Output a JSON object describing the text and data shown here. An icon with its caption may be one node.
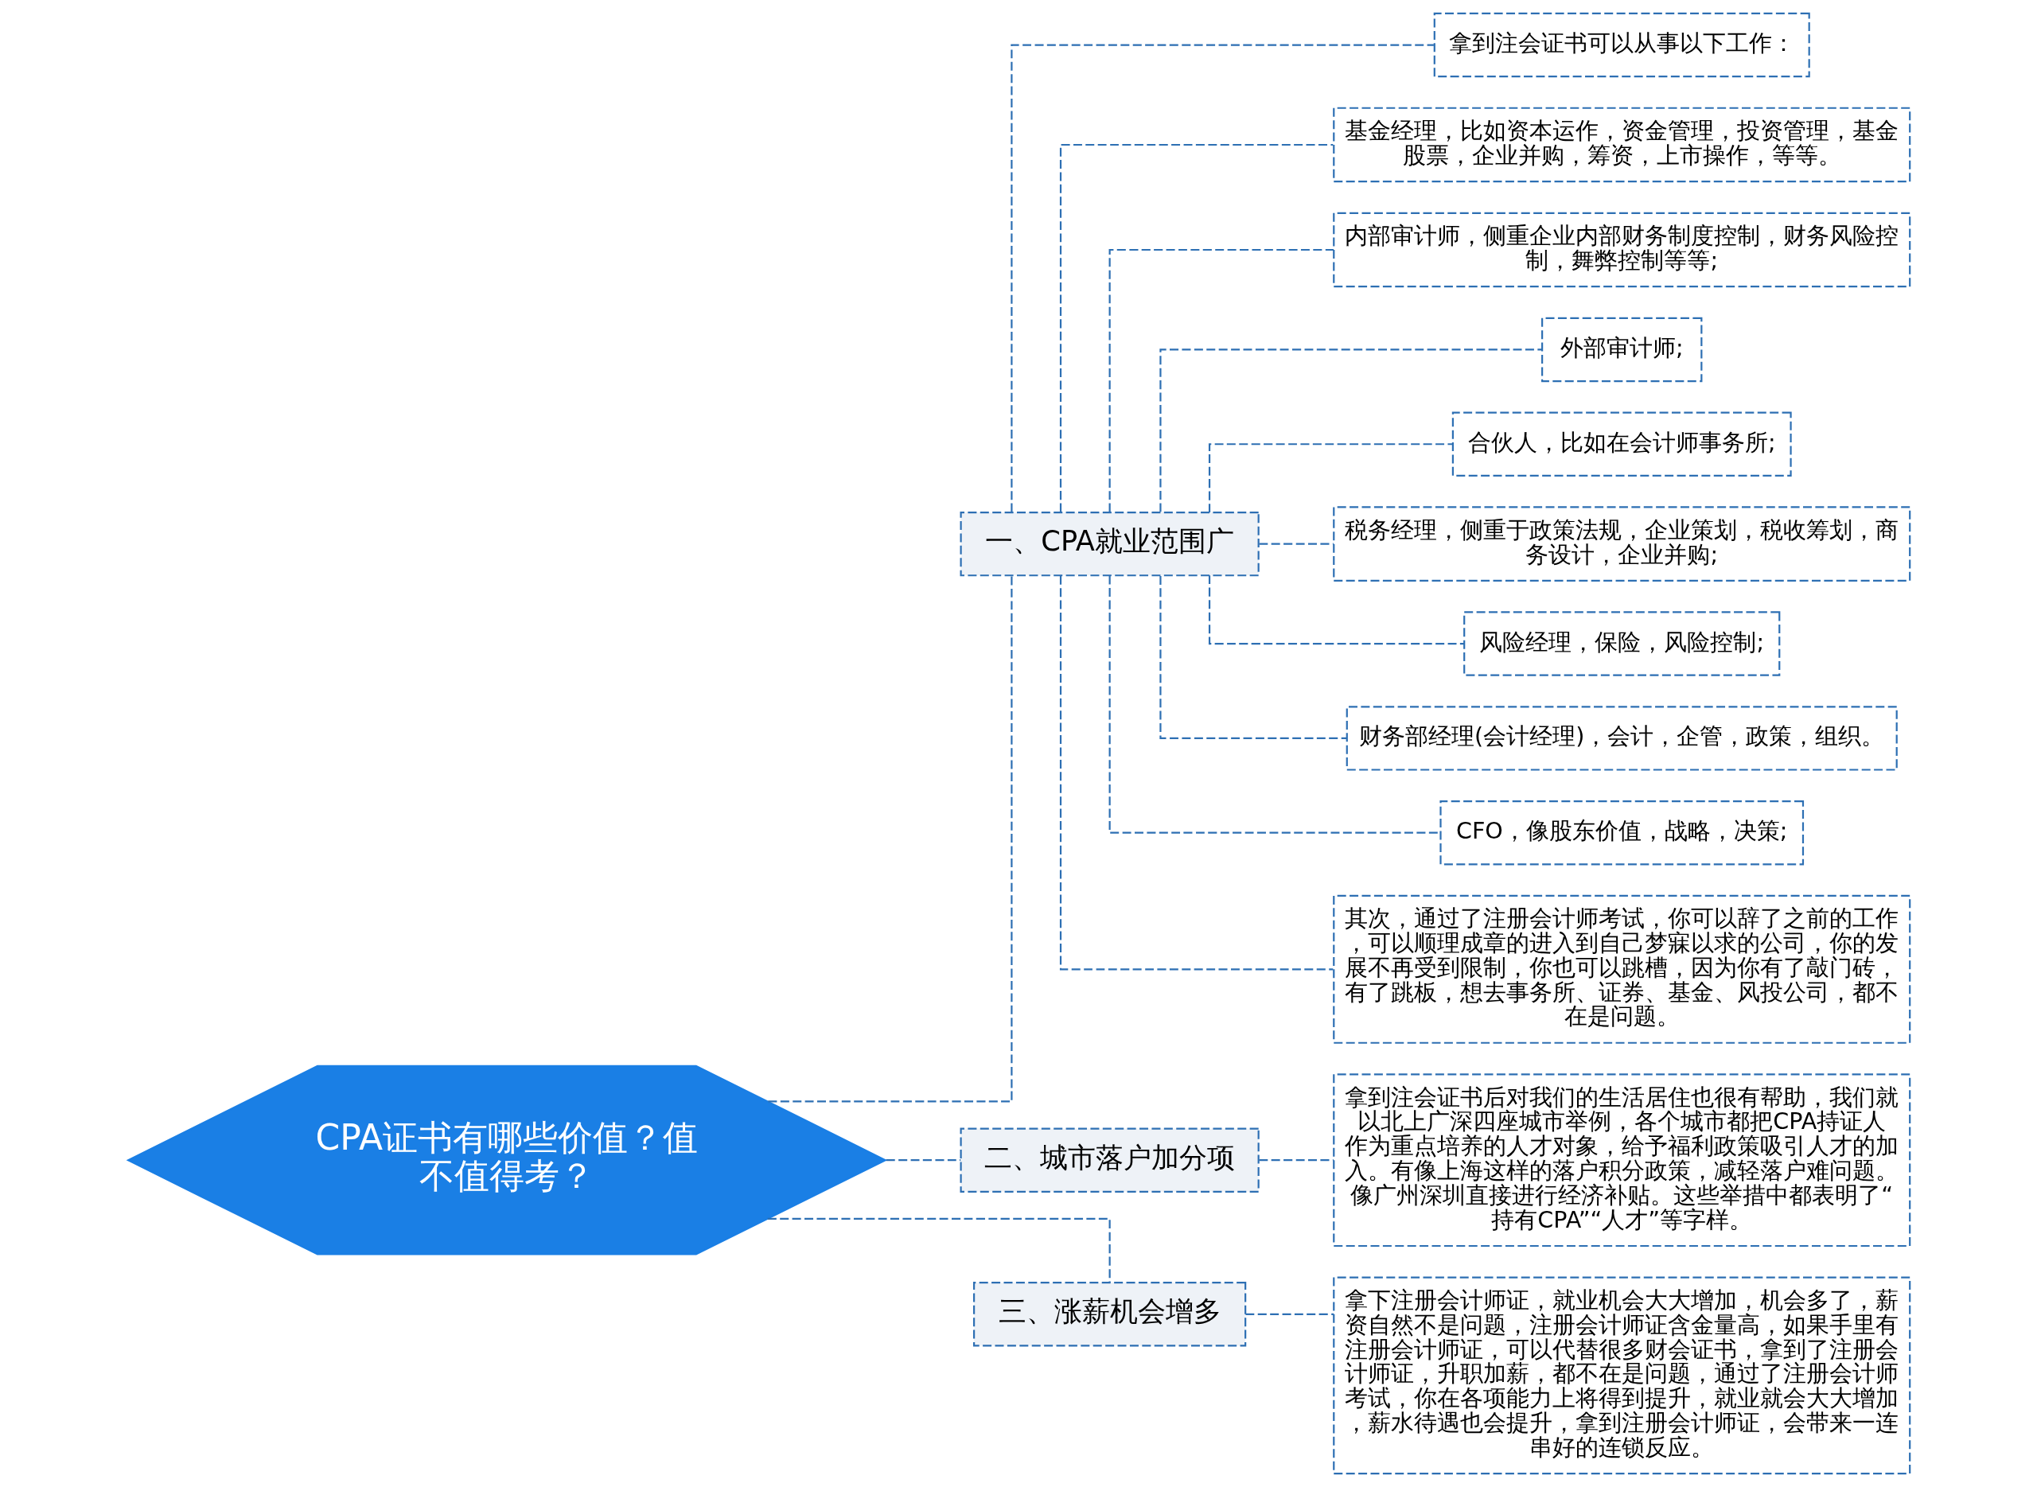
{
  "diagram": {
    "nodes": [
      {
        "text": [
          "CPA证书有哪些价值？值不值得考？"
        ]
      },
      {
        "text": [
          "一、CPA就业范围广"
        ]
      },
      {
        "text": [
          "拿到注会证书可以从事以下工作："
        ]
      },
      {
        "text": [
          "基金经理，比如资本运作，资金管理，投资管理，基金股票，企业并购，筹资，上市操作，等等。"
        ]
      },
      {
        "text": [
          "内部审计师，侧重企业内部财务制度控制，财务风险控制，舞弊控制等等;"
        ]
      },
      {
        "text": [
          "外部审计师;"
        ]
      },
      {
        "text": [
          "合伙人，比如在会计师事务所;"
        ]
      },
      {
        "text": [
          "税务经理，侧重于政策法规，企业策划，税收筹划，商务设计，企业并购;"
        ]
      },
      {
        "text": [
          "风险经理，保险，风险控制;"
        ]
      },
      {
        "text": [
          "财务部经理(会计经理)，会计，企管，政策，组织。"
        ]
      },
      {
        "text": [
          "CFO，像股东价值，战略，决策;"
        ]
      },
      {
        "text": [
          "其次，通过了注册会计师考试，你可以辞了之前的工作，可以顺理成章的进入到自己梦寐以求的公司，你的发展不再受到限制，你也可以跳槽，因为你有了敲门砖，有了跳板，想去事务所、证券、基金、风投公司，都不在是问题。"
        ]
      },
      {
        "text": [
          "二、城市落户加分项"
        ]
      },
      {
        "text": [
          "拿到注会证书后对我们的生活居住也很有帮助，我们就以北上广深四座城市举例，各个城市都把CPA持证人作为重点培养的人才对象，给予福利政策吸引人才的加入。有像上海这样的落户积分政策，减轻落户难问题。像广州深圳直接进行经济补贴。这些举措中都表明了“持有CPA”“人才”等字样。"
        ]
      },
      {
        "text": [
          "三、涨薪机会增多"
        ]
      },
      {
        "text": [
          "拿下注册会计师证，就业机会大大增加，机会多了，薪资自然不是问题，注册会计师证含金量高，如果手里有注册会计师证，可以代替很多财会证书，拿到了注册会计师证，升职加薪，都不在是问题，通过了注册会计师考试，你在各项能力上将得到提升，就业就会大大增加，薪水待遇也会提升，拿到注册会计师证，会带来一连串好的连锁反应。"
        ]
      }
    ],
    "edges": [
      {
        "from": 0,
        "to": 1,
        "arrow": "none",
        "style": "dashed"
      },
      {
        "from": 1,
        "to": 2,
        "arrow": "none",
        "style": "dashed"
      },
      {
        "from": 1,
        "to": 3,
        "arrow": "none",
        "style": "dashed"
      },
      {
        "from": 1,
        "to": 4,
        "arrow": "none",
        "style": "dashed"
      },
      {
        "from": 1,
        "to": 5,
        "arrow": "none",
        "style": "dashed"
      },
      {
        "from": 1,
        "to": 6,
        "arrow": "none",
        "style": "dashed"
      },
      {
        "from": 1,
        "to": 7,
        "arrow": "none",
        "style": "dashed"
      },
      {
        "from": 1,
        "to": 8,
        "arrow": "none",
        "style": "dashed"
      },
      {
        "from": 1,
        "to": 9,
        "arrow": "none",
        "style": "dashed"
      },
      {
        "from": 1,
        "to": 10,
        "arrow": "none",
        "style": "dashed"
      },
      {
        "from": 1,
        "to": 11,
        "arrow": "none",
        "style": "dashed"
      },
      {
        "from": 0,
        "to": 12,
        "arrow": "none",
        "style": "dashed"
      },
      {
        "from": 12,
        "to": 13,
        "arrow": "none",
        "style": "dashed"
      },
      {
        "from": 0,
        "to": 14,
        "arrow": "none",
        "style": "dashed"
      },
      {
        "from": 14,
        "to": 15,
        "arrow": "none",
        "style": "dashed"
      }
    ]
  }
}
